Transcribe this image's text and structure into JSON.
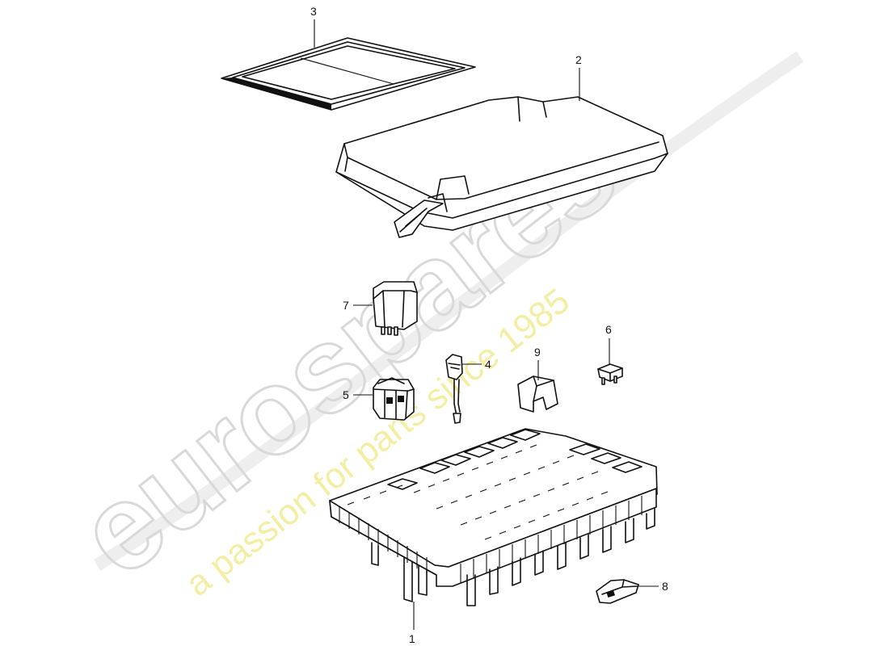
{
  "callouts": [
    {
      "id": "1",
      "label": "1"
    },
    {
      "id": "2",
      "label": "2"
    },
    {
      "id": "3",
      "label": "3"
    },
    {
      "id": "4",
      "label": "4"
    },
    {
      "id": "5",
      "label": "5"
    },
    {
      "id": "6",
      "label": "6"
    },
    {
      "id": "7",
      "label": "7"
    },
    {
      "id": "8",
      "label": "8"
    },
    {
      "id": "9",
      "label": "9"
    }
  ],
  "watermark": {
    "brand": "eurospares",
    "tagline": "a passion for parts since 1985",
    "brand_color": "#d9d9d9",
    "tagline_color": "#f3eea4"
  }
}
